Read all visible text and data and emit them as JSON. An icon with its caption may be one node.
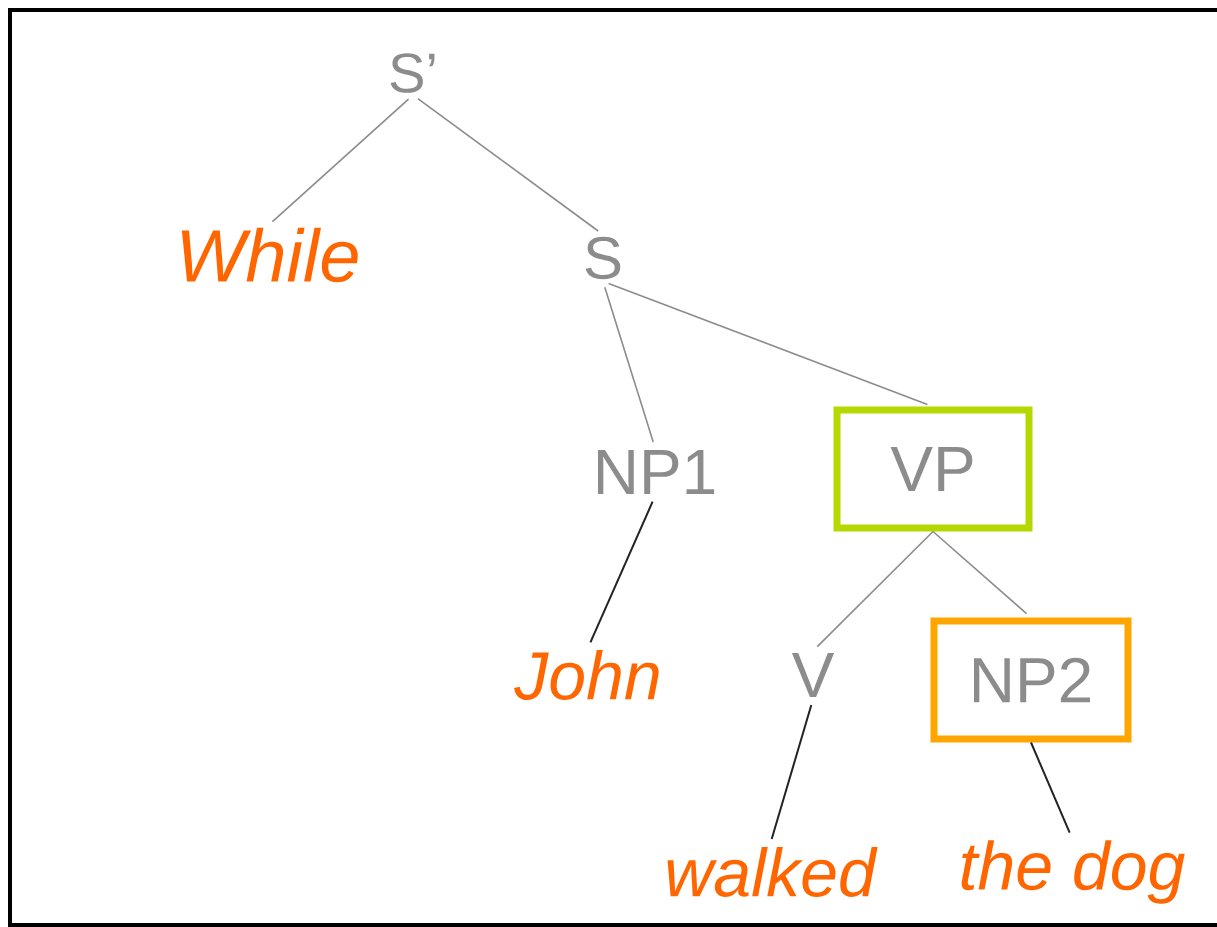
{
  "diagram": {
    "nodes": [
      {
        "text": [
          "S’"
        ]
      },
      {
        "text": [
          "While"
        ]
      },
      {
        "text": [
          "S"
        ]
      },
      {
        "text": [
          "NP1"
        ]
      },
      {
        "text": [
          "VP"
        ]
      },
      {
        "text": [
          "John"
        ]
      },
      {
        "text": [
          "V"
        ]
      },
      {
        "text": [
          "NP2"
        ]
      },
      {
        "text": [
          "walked"
        ]
      },
      {
        "text": [
          "the dog"
        ]
      }
    ],
    "edges": [
      {
        "from": 0,
        "to": 1,
        "arrow": "none"
      },
      {
        "from": 0,
        "to": 2,
        "arrow": "none"
      },
      {
        "from": 2,
        "to": 3,
        "arrow": "none"
      },
      {
        "from": 2,
        "to": 4,
        "arrow": "none"
      },
      {
        "from": 3,
        "to": 5,
        "arrow": "none",
        "color": "#222222"
      },
      {
        "from": 4,
        "to": 6,
        "arrow": "none"
      },
      {
        "from": 4,
        "to": 7,
        "arrow": "none"
      },
      {
        "from": 6,
        "to": 8,
        "arrow": "none",
        "color": "#222222"
      },
      {
        "from": 7,
        "to": 9,
        "arrow": "none",
        "color": "#222222"
      }
    ]
  }
}
